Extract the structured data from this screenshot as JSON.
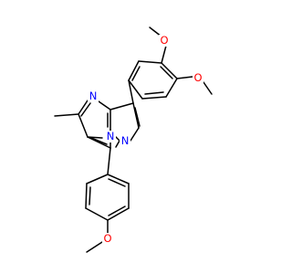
{
  "molecule": {
    "atoms": {
      "o_top": {
        "text": "O",
        "color": "#ff0000"
      },
      "o_right": {
        "text": "O",
        "color": "#ff0000"
      },
      "n_pyrimidine": {
        "text": "N",
        "color": "#0000ff"
      },
      "n_bridge": {
        "text": "N",
        "color": "#0000ff"
      },
      "n_pyrazole": {
        "text": "N",
        "color": "#0000ff"
      },
      "o_bottom": {
        "text": "O",
        "color": "#ff0000"
      }
    },
    "bond_color": "#000000"
  }
}
